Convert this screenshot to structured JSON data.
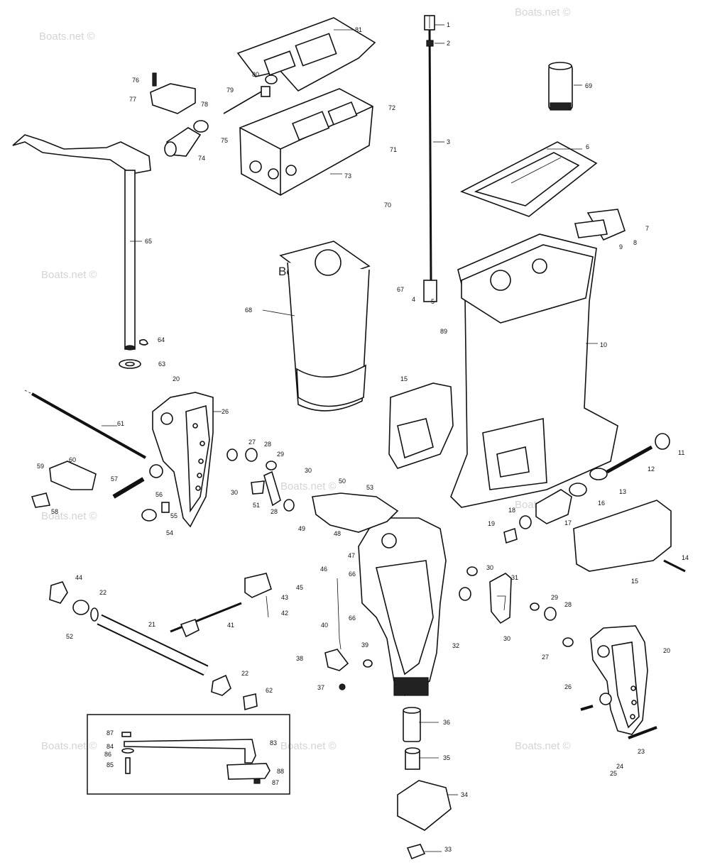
{
  "watermark": "Boats.net ©",
  "callouts": [
    "1",
    "2",
    "3",
    "4",
    "5",
    "6",
    "7",
    "8",
    "9",
    "10",
    "11",
    "12",
    "13",
    "14",
    "15",
    "15",
    "16",
    "17",
    "18",
    "19",
    "20",
    "20",
    "21",
    "22",
    "22",
    "23",
    "24",
    "25",
    "26",
    "26",
    "27",
    "27",
    "28",
    "28",
    "28",
    "29",
    "29",
    "30",
    "30",
    "30",
    "30",
    "31",
    "32",
    "33",
    "34",
    "35",
    "36",
    "37",
    "38",
    "39",
    "40",
    "41",
    "42",
    "43",
    "44",
    "45",
    "46",
    "47",
    "48",
    "49",
    "50",
    "51",
    "52",
    "53",
    "54",
    "55",
    "56",
    "57",
    "58",
    "59",
    "60",
    "61",
    "62",
    "63",
    "64",
    "65",
    "66",
    "66",
    "67",
    "68",
    "69",
    "70",
    "71",
    "72",
    "73",
    "74",
    "75",
    "76",
    "77",
    "78",
    "79",
    "80",
    "81",
    "83",
    "84",
    "85",
    "86",
    "87",
    "87",
    "88",
    "89"
  ]
}
